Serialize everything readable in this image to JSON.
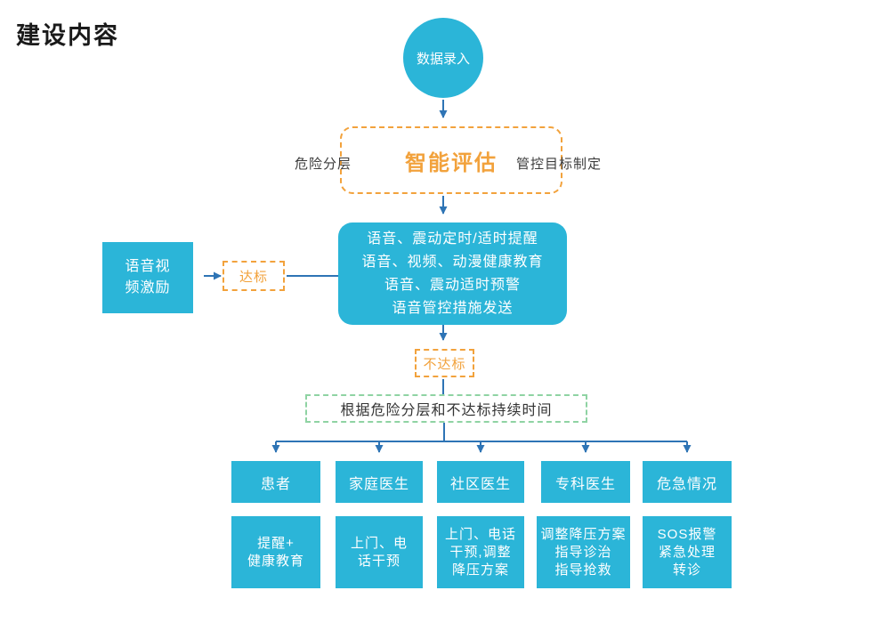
{
  "title": "建设内容",
  "colors": {
    "node_fill": "#2BB5D8",
    "connector": "#2E74B5",
    "accent_orange": "#F2A23C",
    "branch_green": "#8FD3A3",
    "text_dark": "#333333",
    "node_text": "#FFFFFF"
  },
  "flow": {
    "entry": {
      "label": "数据录入"
    },
    "assessment": {
      "label": "智能评估",
      "left_label": "危险分层",
      "right_label": "管控目标制定"
    },
    "intervention": {
      "lines": [
        "语音、震动定时/适时提醒",
        "语音、视频、动漫健康教育",
        "语音、震动适时预警",
        "语音管控措施发送"
      ]
    },
    "reach_label": "达标",
    "reward": {
      "lines": [
        "语音视",
        "频激励"
      ]
    },
    "not_reach_label": "不达标",
    "branch_condition": "根据危险分层和不达标持续时间",
    "branches": [
      {
        "role": "患者",
        "action_lines": [
          "提醒+",
          "健康教育"
        ]
      },
      {
        "role": "家庭医生",
        "action_lines": [
          "上门、电",
          "话干预"
        ]
      },
      {
        "role": "社区医生",
        "action_lines": [
          "上门、电话",
          "干预,调整",
          "降压方案"
        ]
      },
      {
        "role": "专科医生",
        "action_lines": [
          "调整降压方案",
          "指导诊治",
          "指导抢救"
        ]
      },
      {
        "role": "危急情况",
        "action_lines": [
          "SOS报警",
          "紧急处理",
          "转诊"
        ]
      }
    ]
  }
}
